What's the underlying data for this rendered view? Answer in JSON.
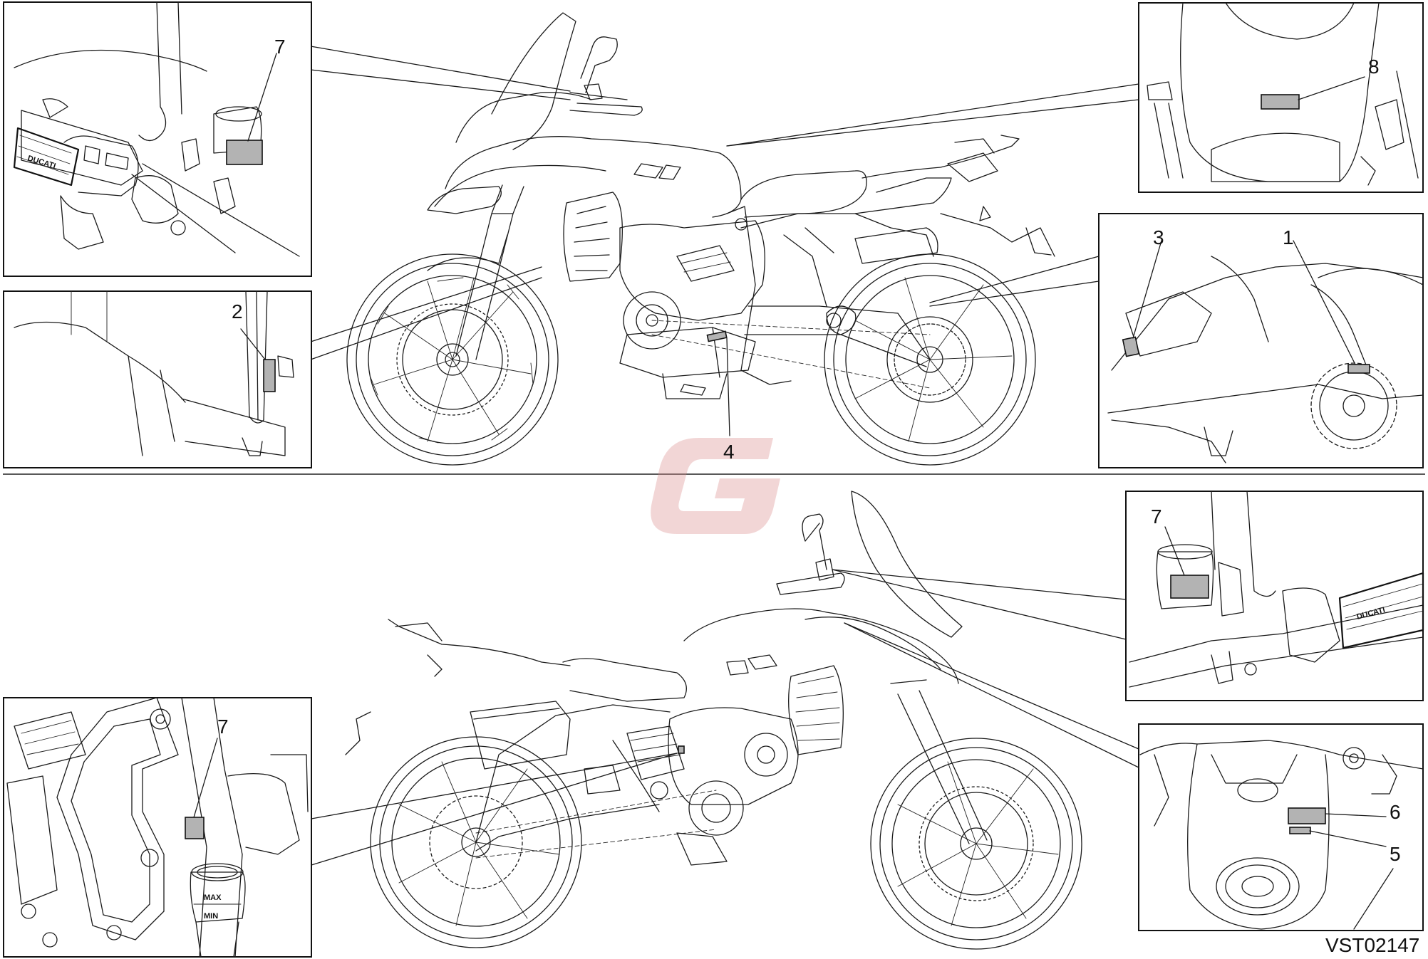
{
  "drawing_code": "VST02147",
  "grip_brand": "DUCATI",
  "reservoir_text": {
    "max": "MAX",
    "min": "MIN"
  },
  "watermark_letter": "G",
  "colors": {
    "label_fill": "#b3b3b3",
    "line": "#1a1a1a",
    "watermark": "#e8b4b4"
  },
  "callouts": {
    "top_handlebar_left": "7",
    "top_fork_leg": "2",
    "top_frame_center": "4",
    "top_rear_frame_left": "3",
    "top_rear_frame_right": "1",
    "top_tank_under_seat": "8",
    "bottom_handlebar_right": "7",
    "bottom_rear_brake": "7",
    "bottom_tank_upper": "6",
    "bottom_tank_lower": "5"
  }
}
